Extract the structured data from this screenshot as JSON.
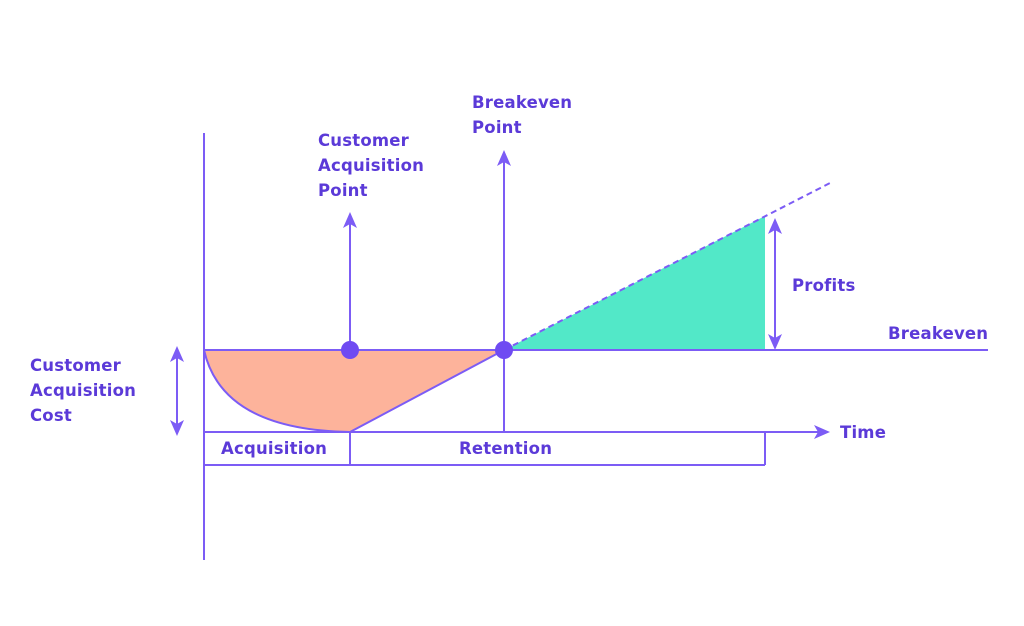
{
  "labels": {
    "breakeven_point": "Breakeven\nPoint",
    "customer_acquisition_point": "Customer\nAcquisition\nPoint",
    "profits": "Profits",
    "breakeven": "Breakeven",
    "customer_acquisition_cost": "Customer\nAcquisition\nCost",
    "time": "Time",
    "acquisition": "Acquisition",
    "retention": "Retention"
  },
  "colors": {
    "line": "#7c5cf5",
    "text": "#5b3ad8",
    "dot": "#6f4bf2",
    "acquisition_cost_area": "#fdb39b",
    "profit_area": "#52e8c8"
  }
}
